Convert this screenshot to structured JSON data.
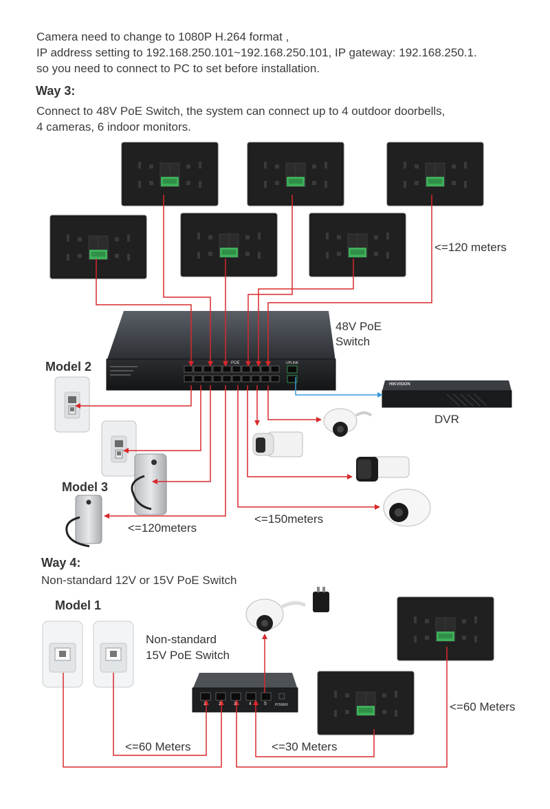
{
  "intro": {
    "line1": "Camera need to change to 1080P H.264 format ,",
    "line2": "IP address setting to 192.168.250.101~192.168.250.101, IP gateway: 192.168.250.1.",
    "line3": "so you need to connect to PC to set before installation."
  },
  "way3": {
    "heading": "Way 3:",
    "desc_line1": "Connect to 48V PoE Switch, the system can connect up to 4 outdoor doorbells,",
    "desc_line2": "4 cameras, 6 indoor monitors.",
    "switch_label_line1": "48V PoE",
    "switch_label_line2": "Switch",
    "monitor_distance": "<=120 meters",
    "dvr_label": "DVR",
    "dvr_brand": "HIKVISION",
    "model2_label": "Model 2",
    "model3_label": "Model 3",
    "doorbell_distance": "<=120meters",
    "camera_distance": "<=150meters",
    "switch_port_text": "POE",
    "uplink_text": "UPLINK"
  },
  "way4": {
    "heading": "Way 4:",
    "desc": "Non-standard 12V or 15V PoE Switch",
    "model1_label": "Model 1",
    "switch_label_line1": "Non-standard",
    "switch_label_line2": "15V PoE Switch",
    "ports": [
      "1",
      "2",
      "3",
      "4",
      "5"
    ],
    "power_text": "POWER",
    "doorbell_distance": "<=60 Meters",
    "camera_distance": "<=30 Meters",
    "monitor_distance": "<=60 Meters"
  },
  "colors": {
    "wire": "#d9282b",
    "uplink_wire": "#3a9ad9",
    "monitor_body": "#1c1c1c",
    "pcb": "#3fae5a"
  }
}
